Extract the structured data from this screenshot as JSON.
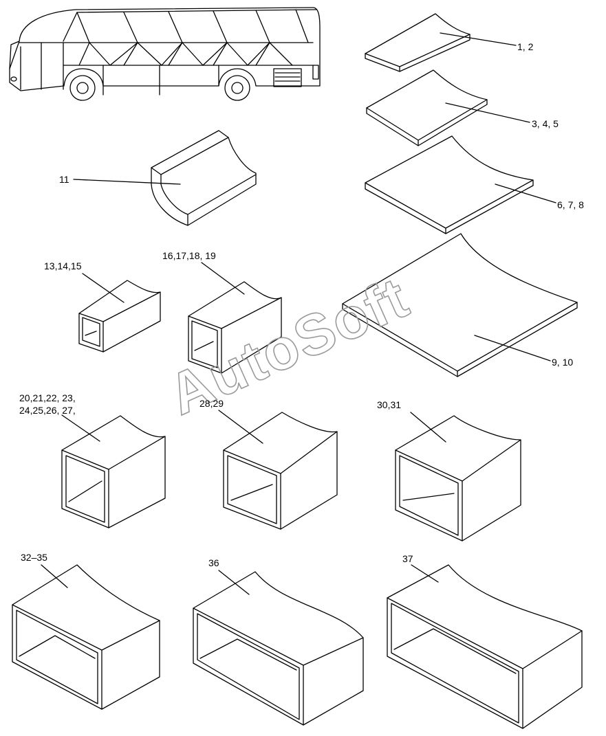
{
  "watermark": "AutoSoft",
  "callouts": {
    "c1": "1, 2",
    "c3": "3, 4, 5",
    "c6": "6, 7, 8",
    "c9": "9, 10",
    "c11": "11",
    "c13": "13,14,15",
    "c16": "16,17,18, 19",
    "c20a": "20,21,22, 23,",
    "c20b": "24,25,26, 27,",
    "c28": "28,29",
    "c30": "30,31",
    "c32": "32–35",
    "c36": "36",
    "c37": "37"
  }
}
